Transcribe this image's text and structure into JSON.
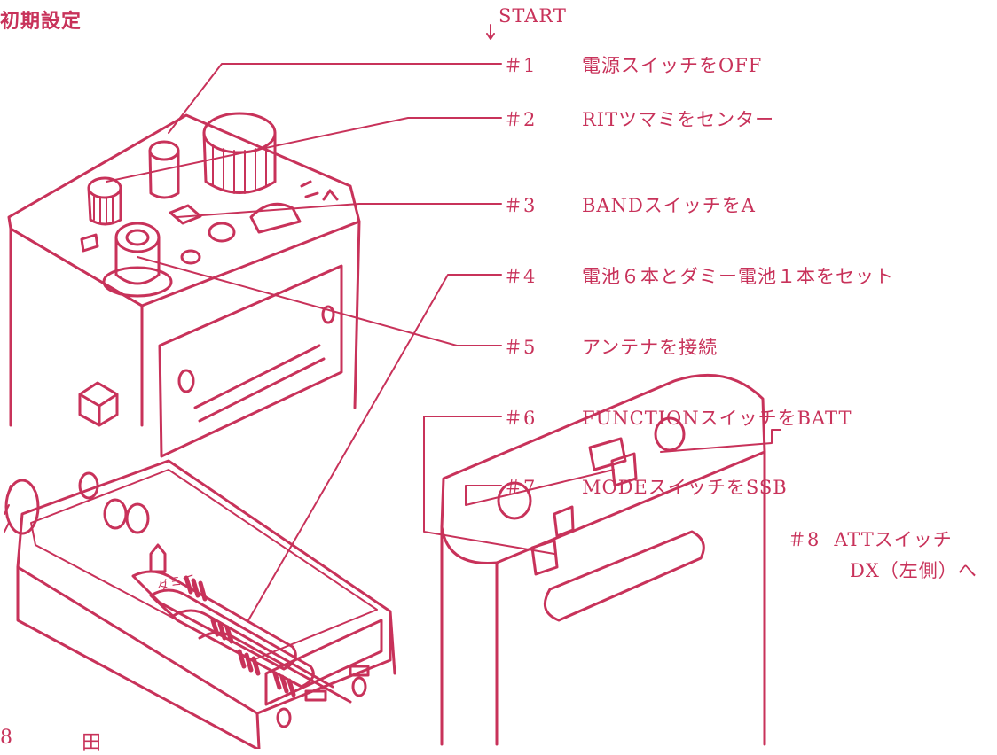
{
  "title": "初期設定",
  "start": "START",
  "steps": [
    {
      "num": "＃1",
      "text": "電源スイッチをOFF"
    },
    {
      "num": "＃2",
      "text": "RITツマミをセンター"
    },
    {
      "num": "＃3",
      "text": "BANDスイッチをA"
    },
    {
      "num": "＃4",
      "text": "電池６本とダミー電池１本をセット"
    },
    {
      "num": "＃5",
      "text": "アンテナを接続"
    },
    {
      "num": "＃6",
      "text": "FUNCTIONスイッチをBATT"
    },
    {
      "num": "＃7",
      "text": "MODEスイッチをSSB"
    },
    {
      "num": "＃8",
      "text": "ATTスイッチ",
      "text2": "DX（左側）へ"
    }
  ],
  "battery_label": "ダミー",
  "corner_marks": [
    "8",
    "田"
  ],
  "colors": {
    "ink": "#c8325a",
    "paper": "#ffffff"
  }
}
